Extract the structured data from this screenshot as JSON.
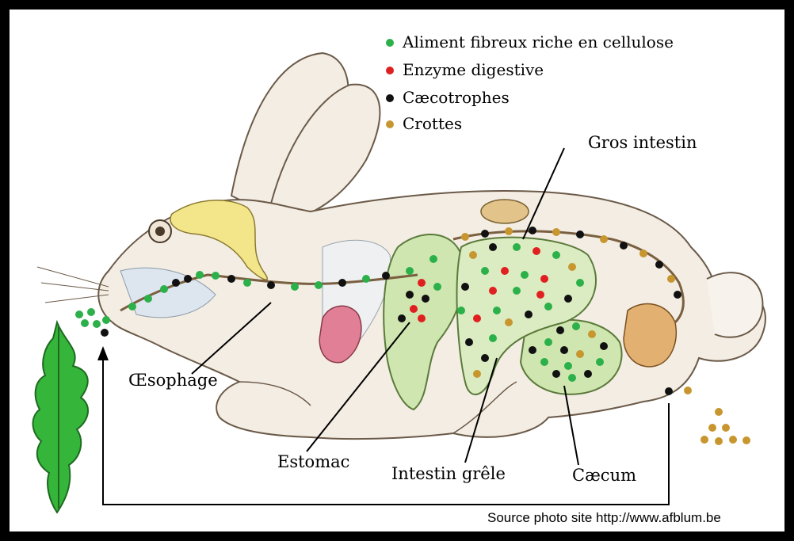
{
  "legend": [
    {
      "label": "Aliment  fibreux riche en cellulose",
      "color": "#2bb04a"
    },
    {
      "label": "Enzyme digestive",
      "color": "#e02020"
    },
    {
      "label": "Cæcotrophes",
      "color": "#111111"
    },
    {
      "label": "Crottes",
      "color": "#c8962f"
    }
  ],
  "labels": {
    "gros_intestin": "Gros intestin",
    "oesophage": "Œsophage",
    "estomac": "Estomac",
    "intestin_grele": "Intestin grêle",
    "caecum": "Cæcum"
  },
  "source": "Source photo site http://www.afblum.be",
  "colors": {
    "body": "#f3ede4",
    "fat_yellow": "#f3e58a",
    "stomach": "#cfe6b0",
    "kidney": "#e07f96",
    "rectum": "#e2b071",
    "carrot_leaf": "#35b53a"
  }
}
